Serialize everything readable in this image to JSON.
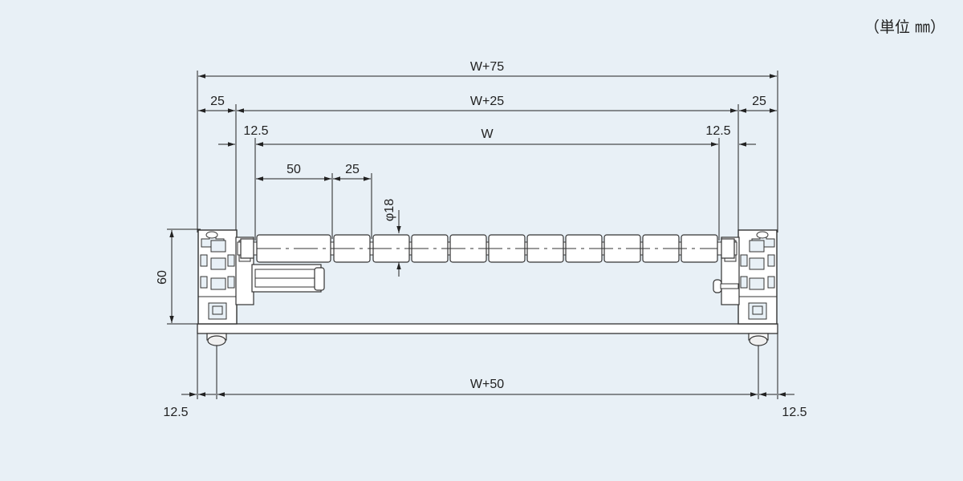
{
  "unit_label": "（単位 ㎜）",
  "dimensions": {
    "overall_width": "W+75",
    "frame_span": "W+25",
    "roller_width": "W",
    "base_span": "W+50",
    "side_left": "25",
    "side_right": "25",
    "offset_top_left": "12.5",
    "offset_top_right": "12.5",
    "offset_bottom_left": "12.5",
    "offset_bottom_right": "12.5",
    "pitch_first": "50",
    "pitch": "25",
    "roller_diameter": "φ18",
    "height": "60"
  },
  "colors": {
    "background": "#e8f0f6",
    "line": "#222222",
    "part_fill": "#ffffff"
  }
}
